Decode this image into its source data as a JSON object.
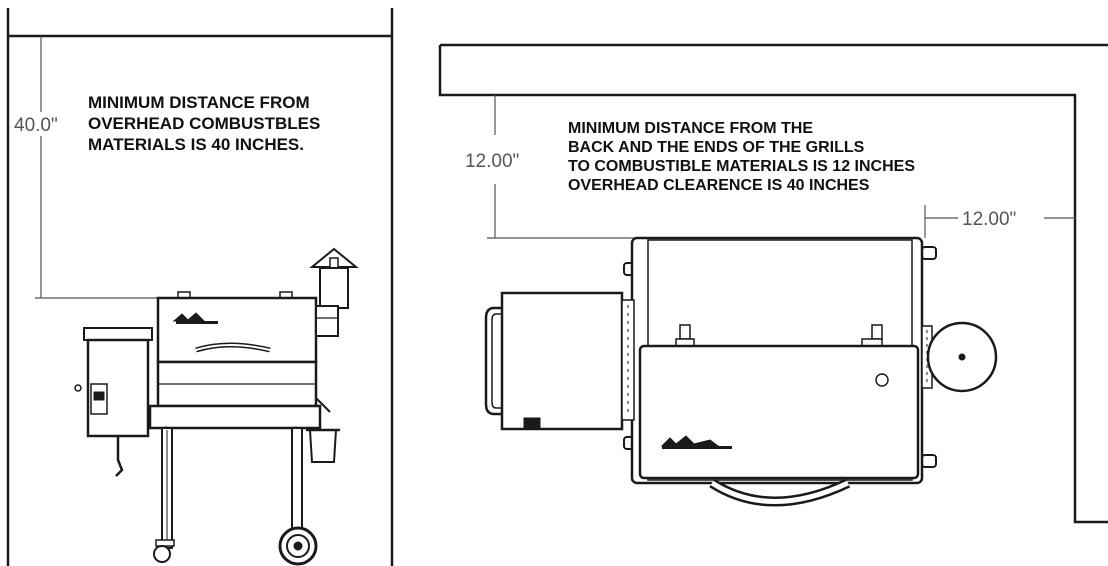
{
  "left_view": {
    "dimension_label": "40.0\"",
    "note_lines": [
      "MINIMUM DISTANCE FROM",
      "OVERHEAD COMBUSTBLES",
      "MATERIALS IS 40 INCHES."
    ]
  },
  "right_view": {
    "vertical_dimension_label": "12.00\"",
    "horizontal_dimension_label": "12.00\"",
    "note_lines": [
      "MINIMUM DISTANCE FROM THE",
      "BACK AND THE ENDS OF THE GRILLS",
      "TO COMBUSTIBLE MATERIALS IS 12 INCHES",
      "OVERHEAD CLEARENCE IS 40 INCHES"
    ]
  }
}
